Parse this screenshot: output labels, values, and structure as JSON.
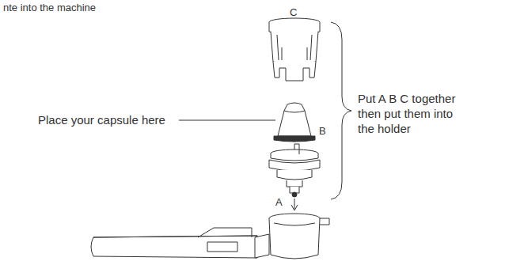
{
  "diagram": {
    "labels": [
      "nte into the machine",
      "C",
      "Place your capsule here",
      "B",
      "A",
      "Put A B C together then put them into the holder"
    ]
  }
}
